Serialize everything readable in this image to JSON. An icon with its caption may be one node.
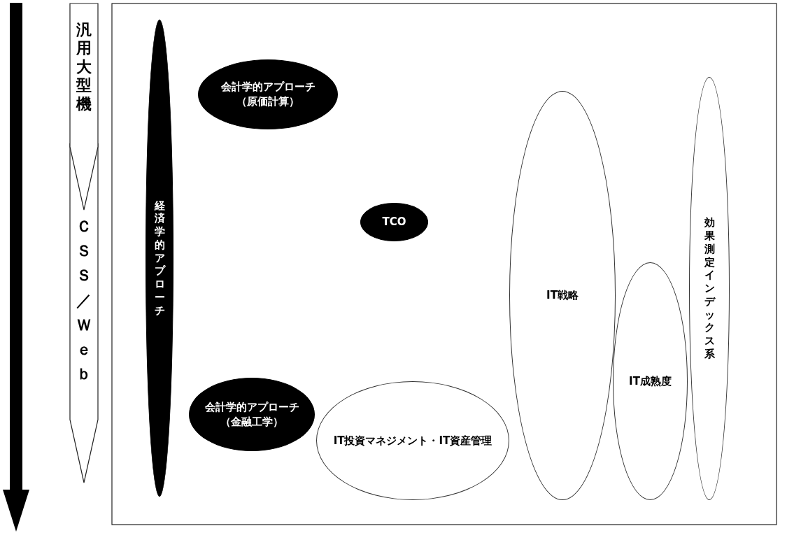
{
  "diagram": {
    "nodes": [
      {
        "text": [
          "汎用大型機"
        ]
      },
      {
        "text": [
          "ＣＳＳ／Ｗｅｂ"
        ]
      },
      {
        "text": [],
        "shape": "box"
      },
      {
        "text": [
          "経済学的アプローチ"
        ],
        "in": 2
      },
      {
        "text": [
          "会計学的アプローチ（原価計算）"
        ],
        "in": 2
      },
      {
        "text": [
          "TCO"
        ],
        "in": 2
      },
      {
        "text": [
          "会計学的アプローチ（金融工学）"
        ],
        "in": 2
      },
      {
        "text": [
          "IT投資マネジメント・IT資産管理"
        ],
        "in": 2
      },
      {
        "text": [
          "IT戦略"
        ],
        "in": 2
      },
      {
        "text": [
          "IT成熟度"
        ],
        "in": 2
      },
      {
        "text": [
          "効果測定インデックス系"
        ],
        "in": 2
      }
    ],
    "edges": []
  }
}
